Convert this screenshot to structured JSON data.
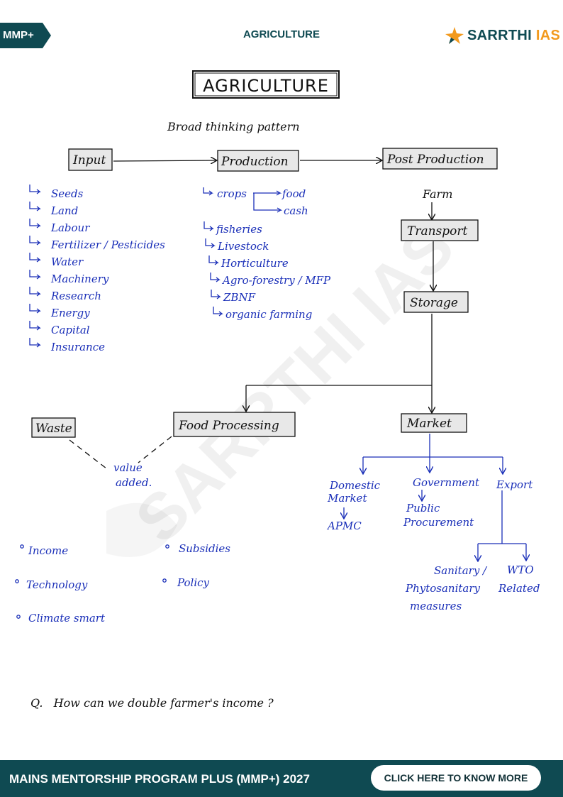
{
  "header": {
    "badge": "MMP+",
    "title": "AGRICULTURE",
    "logo_main": "SARRTHI",
    "logo_accent": "IAS"
  },
  "watermark": "SARRTHI IAS",
  "notes": {
    "title": "AGRICULTURE",
    "subtitle": "Broad thinking pattern",
    "boxes": {
      "input": "Input",
      "production": "Production",
      "post_production": "Post Production",
      "transport": "Transport",
      "storage": "Storage",
      "market": "Market",
      "food_processing": "Food Processing",
      "waste": "Waste"
    },
    "input_items": [
      "Seeds",
      "Land",
      "Labour",
      "Fertilizer / Pesticides",
      "Water",
      "Machinery",
      "Research",
      "Energy",
      "Capital",
      "Insurance"
    ],
    "production_crops": "crops",
    "crop_types": [
      "food",
      "cash"
    ],
    "production_items": [
      "fisheries",
      "Livestock",
      "Horticulture",
      "Agro-forestry / MFP",
      "ZBNF",
      "organic farming"
    ],
    "farm": "Farm",
    "value_added": [
      "value",
      "added."
    ],
    "market_branches": {
      "domestic": [
        "Domestic",
        "Market"
      ],
      "apmc": "APMC",
      "government": "Government",
      "public": [
        "Public",
        "Procurement"
      ],
      "export": "Export",
      "sanitary": [
        "Sanitary /",
        "Phytosanitary",
        "measures"
      ],
      "wto": [
        "WTO",
        "Related"
      ]
    },
    "bullets": [
      "Income",
      "Subsidies",
      "Technology",
      "Policy",
      "Climate smart"
    ],
    "question": "Q.   How can we double farmer's income ?"
  },
  "footer": {
    "program": "MAINS MENTORSHIP PROGRAM PLUS (MMP+) 2027",
    "cta": "CLICK HERE TO KNOW MORE"
  },
  "colors": {
    "brand_teal": "#0f4a52",
    "accent_orange": "#f29a1e",
    "ink_blue": "#1a2fb8",
    "box_fill": "#e8e8e8"
  }
}
